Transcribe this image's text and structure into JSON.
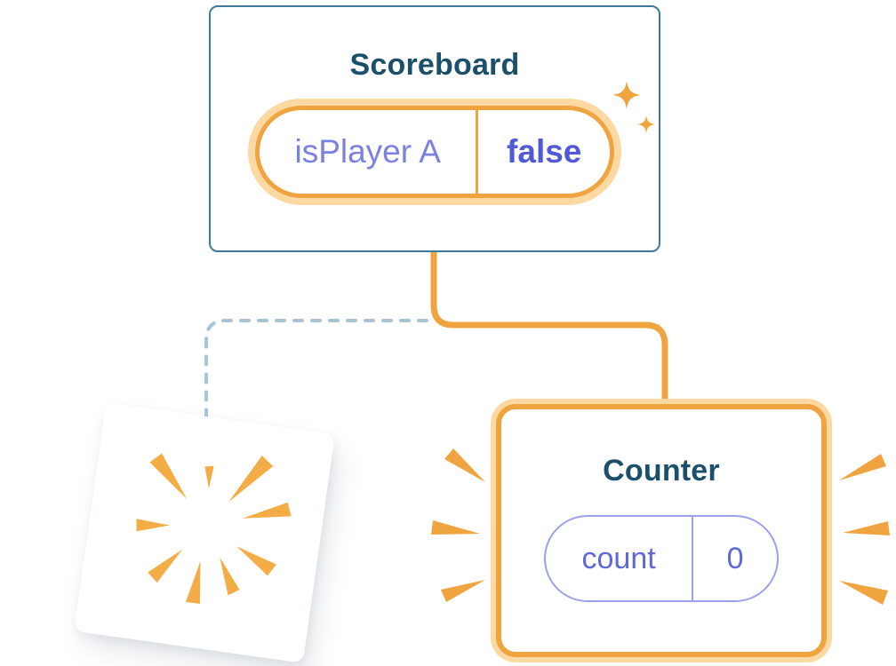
{
  "scoreboard": {
    "title": "Scoreboard",
    "state": {
      "key": "isPlayer A",
      "value": "false"
    }
  },
  "counter": {
    "title": "Counter",
    "state": {
      "key": "count",
      "value": "0"
    }
  },
  "colors": {
    "accent_orange": "#F0A43F",
    "halo_orange": "#FCD9A2",
    "burst_orange": "#F4AC47",
    "title_blue": "#1B4F6B",
    "card_border_blue": "#3E7A9E",
    "dashed_line_blue": "#A9C4D7",
    "state_value_purple": "#5059D6",
    "state_key_purple": "#7B80E3",
    "pill_border_purple": "#9BA1EA"
  },
  "icons": {
    "sparkle": "sparkle-icon",
    "poof": "poof-burst-icon",
    "emphasis": "emphasis-marks-icon",
    "solid_connector": "connector-solid-line",
    "dashed_connector": "connector-dashed-line"
  }
}
